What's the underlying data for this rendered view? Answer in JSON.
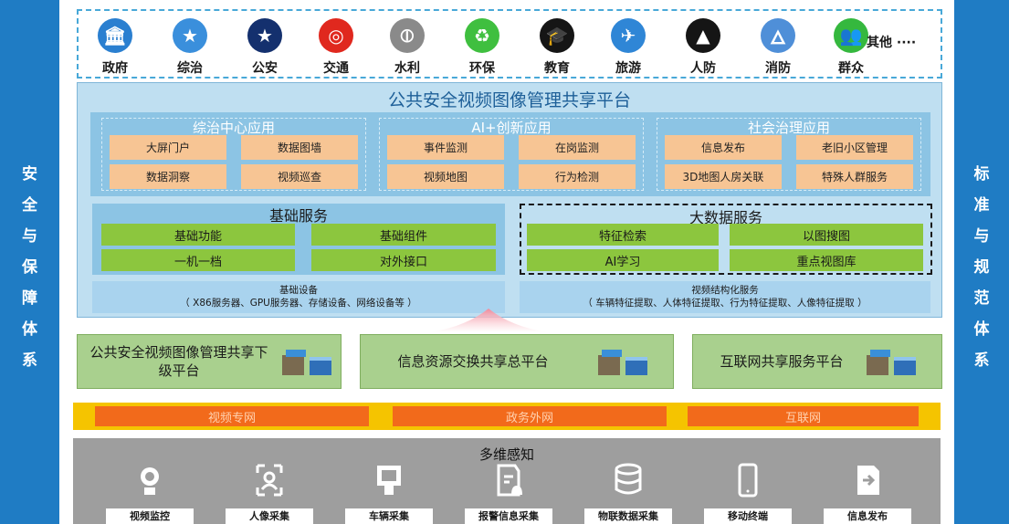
{
  "left_banner": "安全与保障体系",
  "right_banner": "标准与规范体系",
  "stakeholders": [
    {
      "label": "政府",
      "icon": "government-icon",
      "color": "#2a7fd0"
    },
    {
      "label": "综治",
      "icon": "star-shield-icon",
      "color": "#3a8fdc"
    },
    {
      "label": "公安",
      "icon": "police-badge-icon",
      "color": "#14306e"
    },
    {
      "label": "交通",
      "icon": "steering-wheel-icon",
      "color": "#e0281e"
    },
    {
      "label": "水利",
      "icon": "water-conservancy-icon",
      "color": "#8a8a8a"
    },
    {
      "label": "环保",
      "icon": "environment-icon",
      "color": "#3fbf3f"
    },
    {
      "label": "教育",
      "icon": "graduation-cap-icon",
      "color": "#151515"
    },
    {
      "label": "旅游",
      "icon": "tourism-icon",
      "color": "#2f86d6"
    },
    {
      "label": "人防",
      "icon": "civil-defense-icon",
      "color": "#151515"
    },
    {
      "label": "消防",
      "icon": "fire-brigade-icon",
      "color": "#4f8fd8"
    },
    {
      "label": "群众",
      "icon": "people-icon",
      "color": "#35b83e"
    }
  ],
  "stakeholders_more": "其他 ····",
  "platform_title": "公共安全视频图像管理共享平台",
  "app_groups": [
    {
      "title": "综治中心应用",
      "items": [
        "大屏门户",
        "数据图墙",
        "数据洞察",
        "视频巡查"
      ]
    },
    {
      "title": "AI+创新应用",
      "items": [
        "事件监测",
        "在岗监测",
        "视频地图",
        "行为检测"
      ]
    },
    {
      "title": "社会治理应用",
      "items": [
        "信息发布",
        "老旧小区管理",
        "3D地图人房关联",
        "特殊人群服务"
      ]
    }
  ],
  "basic_services": {
    "title": "基础服务",
    "items": [
      "基础功能",
      "基础组件",
      "一机一档",
      "对外接口"
    ]
  },
  "bigdata_services": {
    "title": "大数据服务",
    "items": [
      "特征检索",
      "以图搜图",
      "AI学习",
      "重点视图库"
    ]
  },
  "infra_left": {
    "title": "基础设备",
    "detail": "（ X86服务器、GPU服务器、存储设备、网络设备等 ）"
  },
  "infra_right": {
    "title": "视频结构化服务",
    "detail": "（ 车辆特征提取、人体特征提取、行为特征提取、人像特征提取 ）"
  },
  "sub_platforms": [
    "公共安全视频图像管理共享下级平台",
    "信息资源交换共享总平台",
    "互联网共享服务平台"
  ],
  "networks": [
    "视频专网",
    "政务外网",
    "互联网"
  ],
  "sensing_title": "多维感知",
  "sensing_items": [
    {
      "label": "视频监控",
      "icon": "camera-icon"
    },
    {
      "label": "人像采集",
      "icon": "face-scan-icon"
    },
    {
      "label": "车辆采集",
      "icon": "vehicle-capture-icon"
    },
    {
      "label": "报警信息采集",
      "icon": "alarm-document-icon"
    },
    {
      "label": "物联数据采集",
      "icon": "database-icon"
    },
    {
      "label": "移动终端",
      "icon": "mobile-phone-icon"
    },
    {
      "label": "信息发布",
      "icon": "publish-document-icon"
    }
  ]
}
